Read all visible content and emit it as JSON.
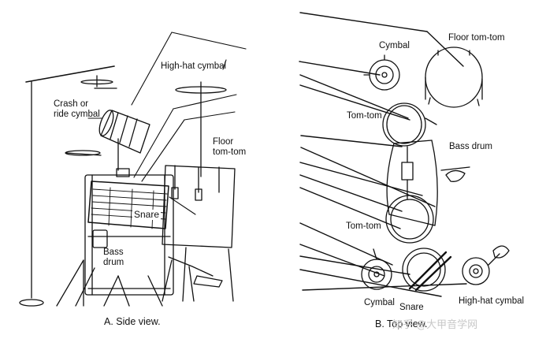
{
  "side_view": {
    "caption": "A. Side view.",
    "labels": {
      "crash": "Crash or\nride cymbal",
      "hihat": "High-hat cymbal",
      "floor": "Floor\ntom-tom",
      "snare": "Snare",
      "bass": "Bass\ndrum"
    }
  },
  "top_view": {
    "caption": "B. Top view.",
    "labels": {
      "cymbal_top": "Cymbal",
      "floor": "Floor tom-tom",
      "tom1": "Tom-tom",
      "bass": "Bass drum",
      "tom2": "Tom-tom",
      "cymbal_bottom": "Cymbal",
      "snare": "Snare",
      "hihat": "High-hat cymbal"
    }
  },
  "watermark": "知乎 @大甲音学网",
  "colors": {
    "ink": "#111111",
    "background": "#ffffff"
  }
}
